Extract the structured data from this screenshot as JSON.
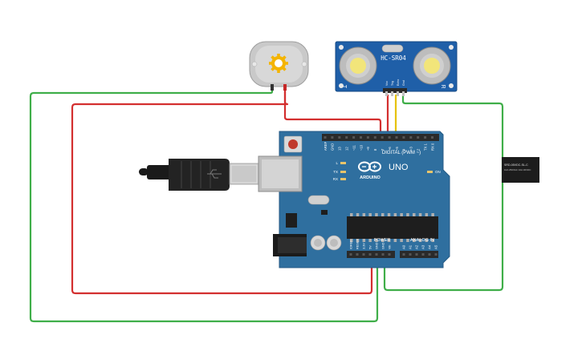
{
  "components": {
    "motor": {
      "name": "dc-motor"
    },
    "ultrasonic": {
      "model": "HC-SR04",
      "left_marker": "T",
      "right_marker": "R",
      "pins": [
        "Vcc",
        "Trig",
        "Echo",
        "Gnd"
      ]
    },
    "arduino": {
      "model": "UNO",
      "brand": "ARDUINO",
      "digital_label": "DIGITAL (PWM ~)",
      "digital_pins": [
        "AREF",
        "GND",
        "13",
        "12",
        "~11",
        "~10",
        "~9",
        "8",
        "7",
        "~6",
        "~5",
        "4",
        "~3",
        "2",
        "TX 1",
        "RX 0"
      ],
      "power_label": "POWER",
      "power_pins": [
        "IOREF",
        "RESET",
        "3.3V",
        "5V",
        "GND",
        "GND",
        "Vin"
      ],
      "analog_label": "ANALOG IN",
      "analog_pins": [
        "A0",
        "A1",
        "A2",
        "A3",
        "A4",
        "A5"
      ],
      "led_labels": [
        "L",
        "TX",
        "RX"
      ],
      "on_label": "ON"
    },
    "relay": {
      "line1": "SRD-05VDC-SL-C",
      "line2": "10A 250VAC 10A 30VDC"
    }
  },
  "wires": [
    {
      "name": "wire-motor-to-gnd",
      "color": "#3fae49"
    },
    {
      "name": "wire-motor-to-pin",
      "color": "#d32f2f"
    },
    {
      "name": "wire-5v-to-sensor",
      "color": "#d32f2f"
    },
    {
      "name": "wire-sensor-trig",
      "color": "#d32f2f"
    },
    {
      "name": "wire-sensor-echo",
      "color": "#e6c200"
    },
    {
      "name": "wire-sensor-gnd",
      "color": "#3fae49"
    }
  ],
  "colors": {
    "board": "#2f6f9f",
    "board_dark": "#245a84",
    "header": "#2a2a2a",
    "sensor": "#1f5fa8"
  }
}
